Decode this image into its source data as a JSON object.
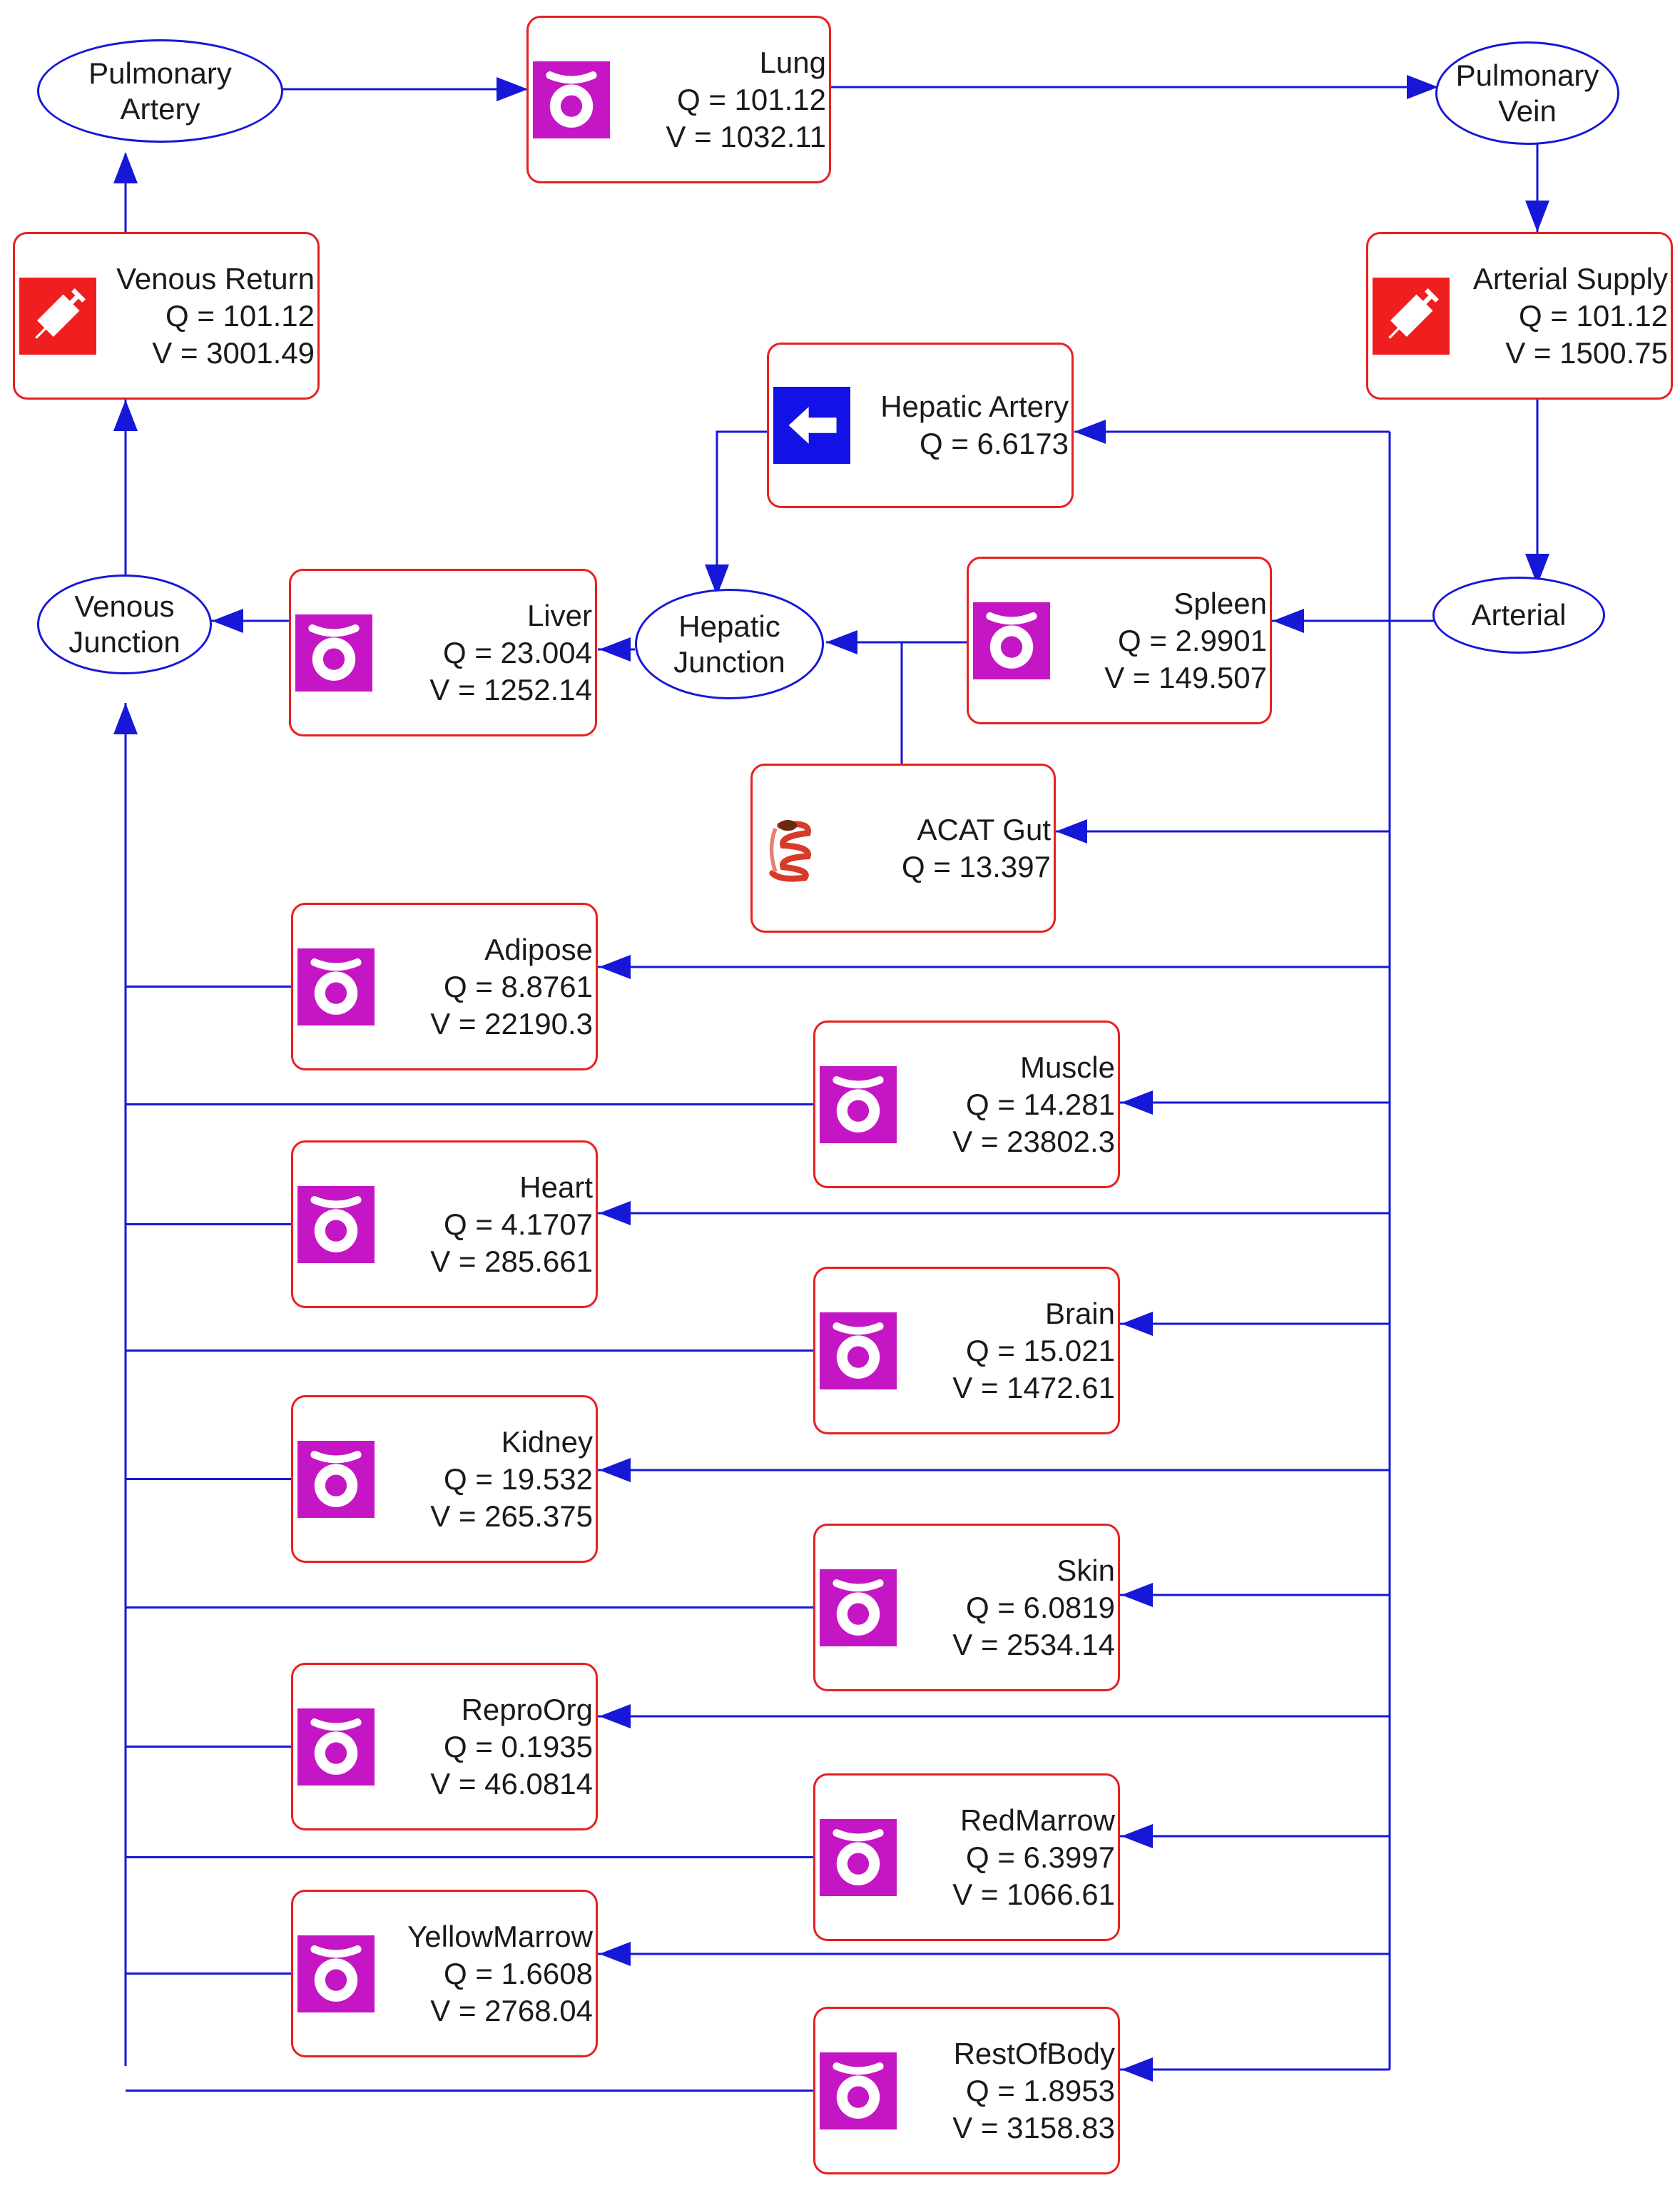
{
  "colors": {
    "connector": "#1717d8",
    "box_border": "#e82020",
    "organ_icon": "#c416c4",
    "injection_icon": "#f01f1f",
    "hepatic_icon": "#1212e6"
  },
  "junctions": {
    "pulmonary_artery": "Pulmonary\nArtery",
    "pulmonary_vein": "Pulmonary\nVein",
    "venous_junction": "Venous\nJunction",
    "hepatic_junction": "Hepatic\nJunction",
    "arterial": "Arterial"
  },
  "compartments": {
    "lung": {
      "name": "Lung",
      "q": "Q = 101.12",
      "v": "V = 1032.11",
      "icon": "organ-icon"
    },
    "venous_return": {
      "name": "Venous Return",
      "q": "Q = 101.12",
      "v": "V = 3001.49",
      "icon": "syringe-icon"
    },
    "arterial_supply": {
      "name": "Arterial Supply",
      "q": "Q = 101.12",
      "v": "V = 1500.75",
      "icon": "syringe-icon"
    },
    "hepatic_artery": {
      "name": "Hepatic Artery",
      "q": "Q = 6.6173",
      "icon": "arrow-left-icon"
    },
    "liver": {
      "name": "Liver",
      "q": "Q = 23.004",
      "v": "V = 1252.14",
      "icon": "organ-icon"
    },
    "spleen": {
      "name": "Spleen",
      "q": "Q = 2.9901",
      "v": "V = 149.507",
      "icon": "organ-icon"
    },
    "acat_gut": {
      "name": "ACAT Gut",
      "q": "Q = 13.397",
      "icon": "intestine-icon"
    },
    "adipose": {
      "name": "Adipose",
      "q": "Q = 8.8761",
      "v": "V = 22190.3",
      "icon": "organ-icon"
    },
    "muscle": {
      "name": "Muscle",
      "q": "Q = 14.281",
      "v": "V = 23802.3",
      "icon": "organ-icon"
    },
    "heart": {
      "name": "Heart",
      "q": "Q = 4.1707",
      "v": "V = 285.661",
      "icon": "organ-icon"
    },
    "brain": {
      "name": "Brain",
      "q": "Q = 15.021",
      "v": "V = 1472.61",
      "icon": "organ-icon"
    },
    "kidney": {
      "name": "Kidney",
      "q": "Q = 19.532",
      "v": "V = 265.375",
      "icon": "organ-icon"
    },
    "skin": {
      "name": "Skin",
      "q": "Q = 6.0819",
      "v": "V = 2534.14",
      "icon": "organ-icon"
    },
    "repro_org": {
      "name": "ReproOrg",
      "q": "Q = 0.1935",
      "v": "V = 46.0814",
      "icon": "organ-icon"
    },
    "red_marrow": {
      "name": "RedMarrow",
      "q": "Q = 6.3997",
      "v": "V = 1066.61",
      "icon": "organ-icon"
    },
    "yellow_marrow": {
      "name": "YellowMarrow",
      "q": "Q = 1.6608",
      "v": "V = 2768.04",
      "icon": "organ-icon"
    },
    "rest_of_body": {
      "name": "RestOfBody",
      "q": "Q = 1.8953",
      "v": "V = 3158.83",
      "icon": "organ-icon"
    }
  }
}
